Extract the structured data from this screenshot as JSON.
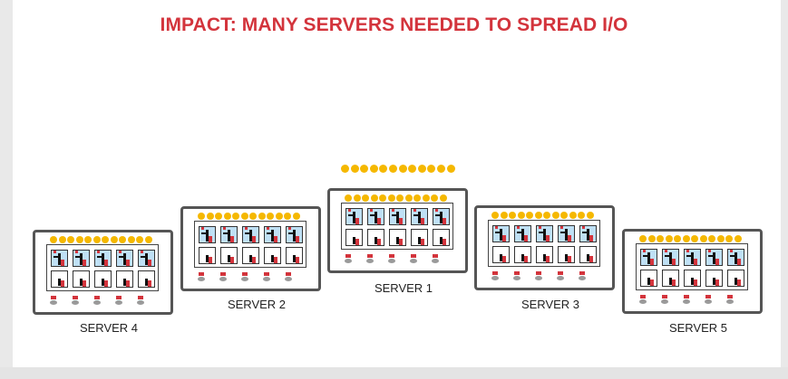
{
  "title": "IMPACT: MANY SERVERS NEEDED TO SPREAD I/O",
  "colors": {
    "title_red": "#d3343c",
    "io_dot_yellow": "#f5b800",
    "server_frame": "#555555",
    "busy_slot": "#bfe0f5"
  },
  "servers": [
    {
      "label": "SERVER 4"
    },
    {
      "label": "SERVER 2"
    },
    {
      "label": "SERVER 1"
    },
    {
      "label": "SERVER 3"
    },
    {
      "label": "SERVER 5"
    }
  ],
  "icons": [
    "io-request-dot-icon",
    "worker-slot-icon",
    "disk-icon"
  ]
}
